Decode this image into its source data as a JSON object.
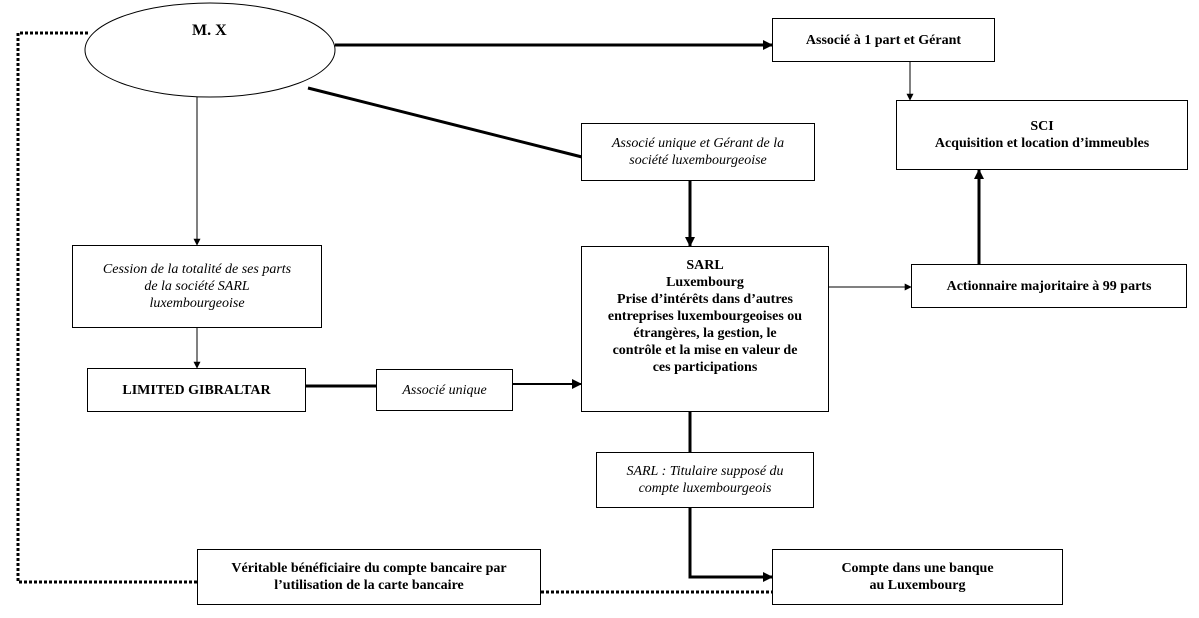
{
  "diagram": {
    "person": {
      "label": "M. X"
    },
    "associe_gerant_sci": {
      "label": "Associé à 1 part et Gérant"
    },
    "sci": {
      "title": "SCI",
      "subtitle": "Acquisition et location d’immeubles"
    },
    "associe_unique_gerant": {
      "line1": "Associé unique et Gérant de la",
      "line2": "société luxembourgeoise"
    },
    "cession": {
      "line1": "Cession de la totalité de ses parts",
      "line2": "de la société SARL",
      "line3": "luxembourgeoise"
    },
    "sarl": {
      "title": "SARL",
      "subtitle": "Luxembourg",
      "line1": "Prise d’intérêts dans d’autres",
      "line2": "entreprises luxembourgeoises ou",
      "line3": "étrangères, la gestion, le",
      "line4": "contrôle et la mise en valeur de",
      "line5": "ces participations"
    },
    "actionnaire": {
      "label": "Actionnaire majoritaire à 99 parts"
    },
    "limited": {
      "label": "LIMITED GIBRALTAR"
    },
    "associe_unique": {
      "label": "Associé unique"
    },
    "titulaire": {
      "line1": "SARL : Titulaire supposé du",
      "line2": "compte luxembourgeois"
    },
    "compte": {
      "line1": "Compte dans une banque",
      "line2": "au Luxembourg"
    },
    "beneficiaire": {
      "line1": "Véritable bénéficiaire du compte bancaire par",
      "line2": "l’utilisation de la carte bancaire"
    }
  }
}
